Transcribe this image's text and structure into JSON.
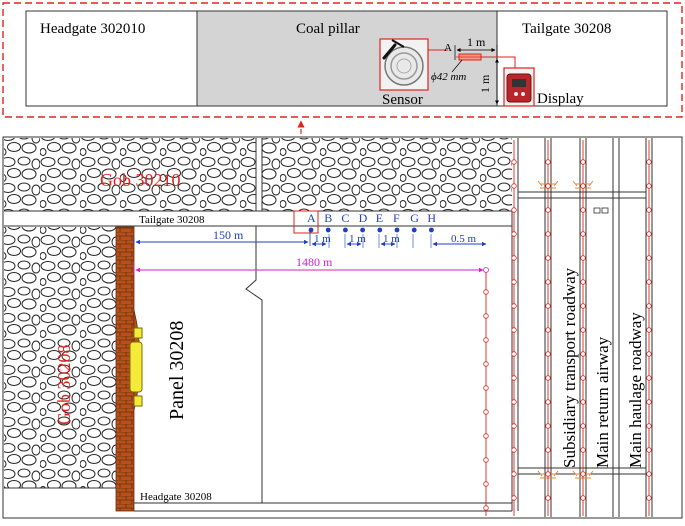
{
  "inset": {
    "headgate_label": "Headgate 302010",
    "pillar_label": "Coal pillar",
    "tailgate_label": "Tailgate 30208",
    "sensor_label": "Sensor",
    "display_label": "Display",
    "point_label": "A",
    "dim_horizontal": "1 m",
    "dim_vertical": "1 m",
    "diameter": "ϕ42 mm"
  },
  "plan": {
    "gob_top": "Gob 30210",
    "gob_left": "Gob 30208",
    "panel": "Panel 30208",
    "tailgate": "Tailgate 30208",
    "headgate": "Headgate 30208",
    "roadways": [
      "Subsidiary transport roadway",
      "Main return airway",
      "Main haulage roadway"
    ]
  },
  "sensors": {
    "labels": [
      "A",
      "B",
      "C",
      "D",
      "E",
      "F",
      "G",
      "H"
    ],
    "spacing_labels": [
      "1 m",
      "1 m",
      "1 m"
    ],
    "end_offset": "0.5 m"
  },
  "dimensions": {
    "to_sensors": "150 m",
    "panel_length": "1480 m"
  },
  "colors": {
    "gob_label": "#e0231c",
    "dimension_blue": "#1f3fc4",
    "dimension_magenta": "#d61ec8",
    "dashed_red": "#e0231c",
    "brick": "#b5521c",
    "pillar_gray": "#d4d4d4",
    "support_yellow": "#f4ea3a"
  }
}
